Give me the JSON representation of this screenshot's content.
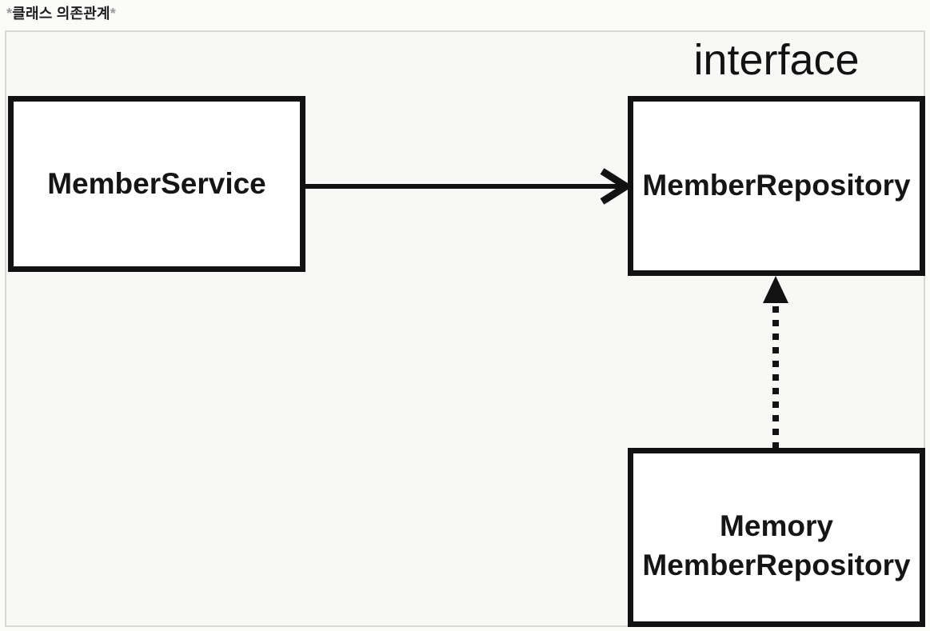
{
  "title": {
    "prefix": "*",
    "text": "클래스 의존관계",
    "suffix": "*"
  },
  "diagram": {
    "interface_label": "interface",
    "nodes": [
      {
        "id": "member-service",
        "label": "MemberService",
        "shape": "rectangle"
      },
      {
        "id": "member-repository",
        "label": "MemberRepository",
        "stereotype": "interface",
        "shape": "rectangle"
      },
      {
        "id": "memory-member-repository",
        "label_lines": [
          "Memory",
          "MemberRepository"
        ],
        "shape": "rectangle"
      }
    ],
    "edges": [
      {
        "from": "MemberService",
        "to": "MemberRepository",
        "style": "solid",
        "head": "open-arrow",
        "meaning": "dependency"
      },
      {
        "from": "MemoryMemberRepository",
        "to": "MemberRepository",
        "style": "dotted",
        "head": "solid-triangle",
        "meaning": "implements"
      }
    ],
    "colors": {
      "node_border": "#121212",
      "node_fill": "#ffffff",
      "arrow": "#121212",
      "panel_bg": "#f8f8f6",
      "panel_border": "#d8d8d6",
      "title_text": "#1f1f1f",
      "title_asterisk": "#9b9b9b"
    }
  }
}
